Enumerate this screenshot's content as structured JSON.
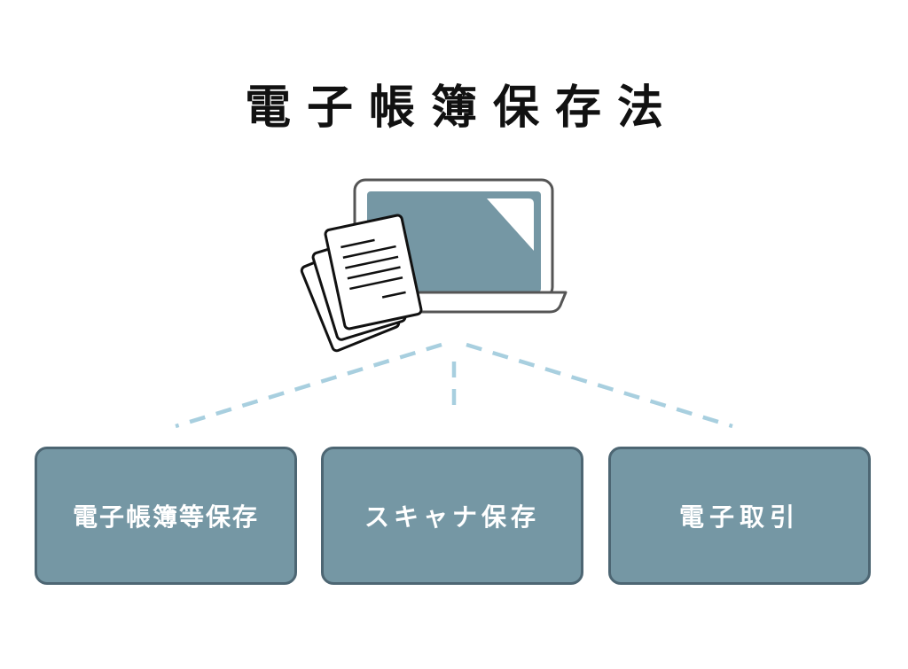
{
  "title": "電子帳簿保存法",
  "categories": [
    {
      "label": "電子帳簿等保存"
    },
    {
      "label": "スキャナ保存"
    },
    {
      "label": "電子取引"
    }
  ],
  "colors": {
    "box_fill": "#7597a4",
    "box_border": "#4d6673",
    "connector": "#a8cfdf",
    "laptop_screen": "#7597a4",
    "outline": "#111111"
  },
  "icons": [
    "laptop-icon",
    "documents-icon"
  ]
}
